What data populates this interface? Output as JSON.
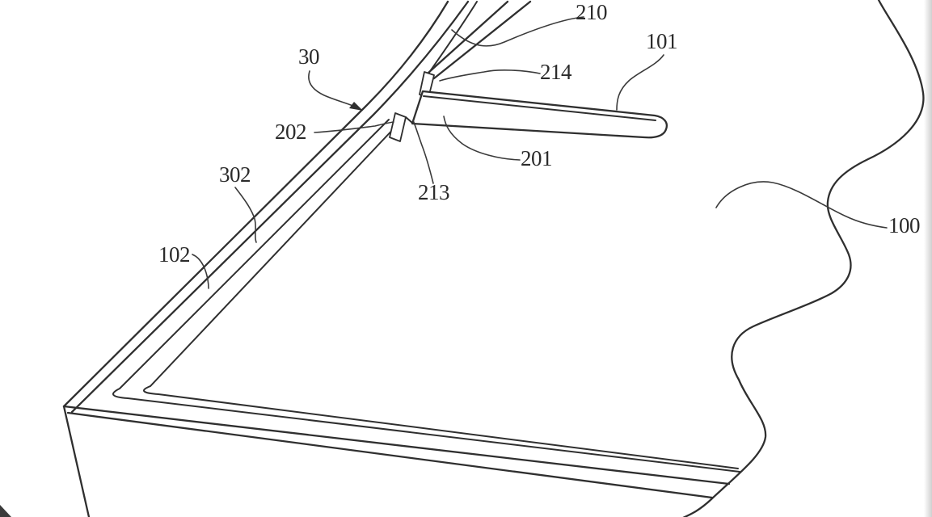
{
  "figure": {
    "kind": "patent-line-drawing",
    "background_color": "#ffffff",
    "line_color": "#2f2f2f",
    "labels": [
      {
        "text": "210"
      },
      {
        "text": "30"
      },
      {
        "text": "101"
      },
      {
        "text": "214"
      },
      {
        "text": "202"
      },
      {
        "text": "201"
      },
      {
        "text": "302"
      },
      {
        "text": "213"
      },
      {
        "text": "102"
      },
      {
        "text": "100"
      }
    ]
  }
}
